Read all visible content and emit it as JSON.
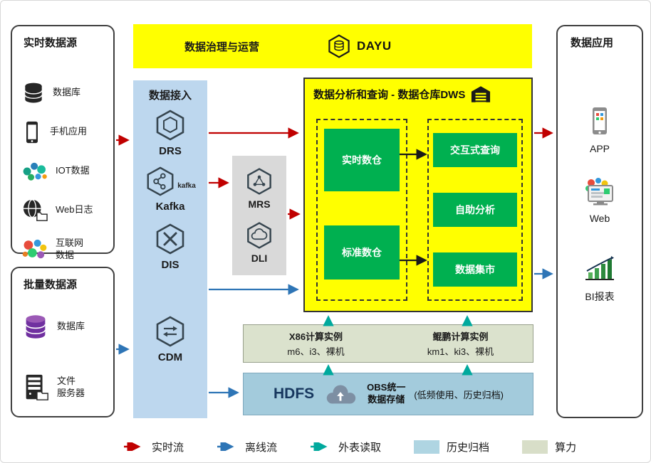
{
  "governance": {
    "title": "数据治理与运营",
    "product": "DAYU"
  },
  "realtime_sources": {
    "title": "实时数据源",
    "items": [
      {
        "label": "数据库",
        "icon": "database-icon"
      },
      {
        "label": "手机应用",
        "icon": "phone-icon"
      },
      {
        "label": "IOT数据",
        "icon": "iot-icon"
      },
      {
        "label": "Web日志",
        "icon": "weblog-icon"
      },
      {
        "label": "互联网\n数据",
        "icon": "internet-icon"
      }
    ]
  },
  "batch_sources": {
    "title": "批量数据源",
    "items": [
      {
        "label": "数据库",
        "icon": "database-purple-icon"
      },
      {
        "label": "文件\n服务器",
        "icon": "file-server-icon"
      }
    ]
  },
  "ingestion": {
    "title": "数据接入",
    "items": [
      {
        "label": "DRS"
      },
      {
        "label": "Kafka",
        "logo": "kafka"
      },
      {
        "label": "DIS"
      },
      {
        "label": "CDM"
      }
    ]
  },
  "processing": {
    "items": [
      {
        "label": "MRS"
      },
      {
        "label": "DLI"
      }
    ]
  },
  "dws": {
    "title": "数据分析和查询 - 数据仓库DWS",
    "warehouses": [
      {
        "label": "实时数仓"
      },
      {
        "label": "标准数仓"
      }
    ],
    "services": [
      {
        "label": "交互式查询"
      },
      {
        "label": "自助分析"
      },
      {
        "label": "数据集市"
      }
    ]
  },
  "compute": {
    "x86": {
      "title": "X86计算实例",
      "detail": "m6、i3、裸机"
    },
    "kunpeng": {
      "title": "鲲鹏计算实例",
      "detail": "km1、ki3、裸机"
    }
  },
  "storage": {
    "hdfs": "HDFS",
    "obs_line1": "OBS统一",
    "obs_line2": "数据存储",
    "obs_note": "(低频使用、历史归档)"
  },
  "applications": {
    "title": "数据应用",
    "items": [
      {
        "label": "APP"
      },
      {
        "label": "Web"
      },
      {
        "label": "BI报表"
      }
    ]
  },
  "legend": {
    "items": [
      {
        "label": "实时流",
        "type": "arrow",
        "color": "#C00000"
      },
      {
        "label": "离线流",
        "type": "arrow",
        "color": "#2E75B6"
      },
      {
        "label": "外表读取",
        "type": "arrow",
        "color": "#00A99D"
      },
      {
        "label": "历史归档",
        "type": "swatch",
        "color": "#AFD5E2"
      },
      {
        "label": "算力",
        "type": "swatch",
        "color": "#D8DEC8"
      }
    ]
  },
  "colors": {
    "realtime_flow": "#C00000",
    "offline_flow": "#2E75B6",
    "external_read": "#00A99D",
    "dws_fill": "#FFFF00",
    "module_green": "#00B050",
    "ingestion_fill": "#BDD7EE",
    "hdfs_fill": "#A3CBDC",
    "compute_fill": "#DBE2CD"
  }
}
